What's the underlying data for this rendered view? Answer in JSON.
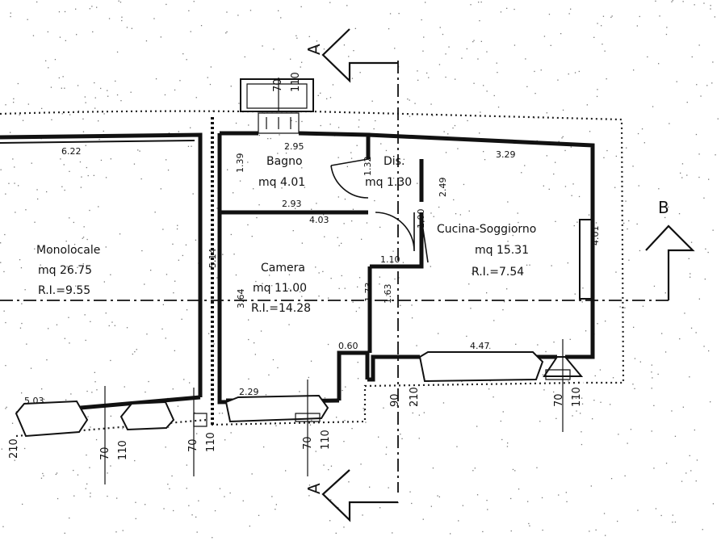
{
  "rooms": {
    "monolocale": {
      "name": "Monolocale",
      "area": "mq 26.75",
      "ri": "R.I.=9.55"
    },
    "camera": {
      "name": "Camera",
      "area": "mq 11.00",
      "ri": "R.I.=14.28"
    },
    "bagno": {
      "name": "Bagno",
      "area": "mq 4.01"
    },
    "dis": {
      "name": "Dis.",
      "area": "mq 1.30"
    },
    "cucina": {
      "name": "Cucina-Soggiorno",
      "area": "mq 15.31",
      "ri": "R.I.=7.54"
    }
  },
  "dimensions": {
    "d622": "6.22",
    "d295": "2.95",
    "d329": "3.29",
    "d139": "1.39",
    "d132": "1.32",
    "d293": "2.93",
    "d403": "4.03",
    "d249": "2.49",
    "d100": "1.00",
    "d401": "4.01",
    "d514": "5.14",
    "d364": "3.64",
    "d110": "1.10",
    "d173": "1.73",
    "d163": "1.63",
    "d060": "0.60",
    "d447": "4.47",
    "d229": "2.29",
    "d503": "5.03"
  },
  "openings": {
    "top_window": {
      "w": "70",
      "h": "110"
    },
    "left_window": {
      "w": "70",
      "h": "110"
    },
    "mid_window": {
      "w": "70",
      "h": "110"
    },
    "camera_window": {
      "w": "70",
      "h": "110"
    },
    "entry_door": {
      "w": "90",
      "h": "210"
    },
    "kitchen_window": {
      "w": "70",
      "h": "110"
    },
    "edge_door": {
      "h": "210"
    }
  },
  "sections": {
    "a_top": "A",
    "a_bottom": "A",
    "b": "B"
  }
}
